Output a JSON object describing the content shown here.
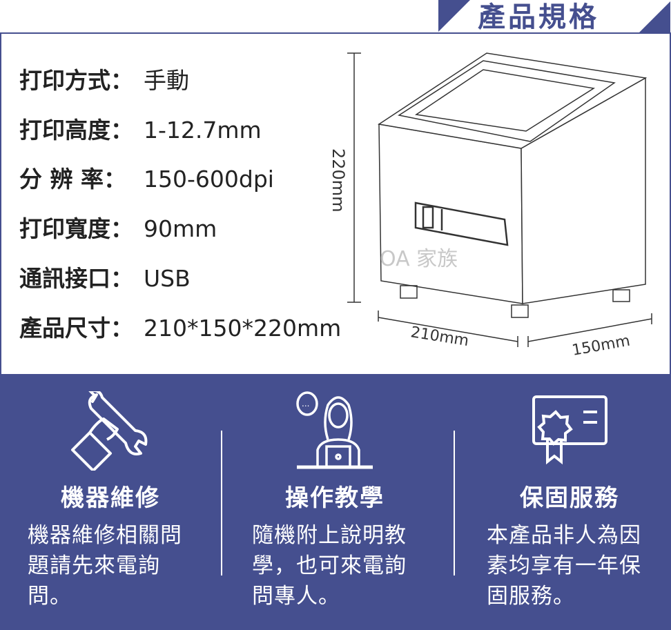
{
  "header": {
    "title": "產品規格"
  },
  "specs": [
    {
      "label": "打印方式：",
      "value": "手動"
    },
    {
      "label": "打印高度：",
      "value": "1-12.7mm"
    },
    {
      "label": "分 辨 率：",
      "value": "150-600dpi"
    },
    {
      "label": "打印寬度：",
      "value": "90mm"
    },
    {
      "label": "通訊接口：",
      "value": "USB"
    },
    {
      "label": "產品尺寸：",
      "value": "210*150*220mm"
    }
  ],
  "drawing": {
    "height_label": "220mm",
    "width_label": "210mm",
    "depth_label": "150mm",
    "watermark": "OA 家族"
  },
  "features": [
    {
      "icon": "wrench-hand-icon",
      "title": "機器維修",
      "text": "機器維修相關問題請先來電詢問。"
    },
    {
      "icon": "support-agent-icon",
      "title": "操作教學",
      "text": "隨機附上說明教學，也可來電詢問專人。"
    },
    {
      "icon": "certificate-icon",
      "title": "保固服務",
      "text": "本產品非人為因素均享有一年保固服務。"
    }
  ],
  "colors": {
    "brand": "#454f8f"
  }
}
